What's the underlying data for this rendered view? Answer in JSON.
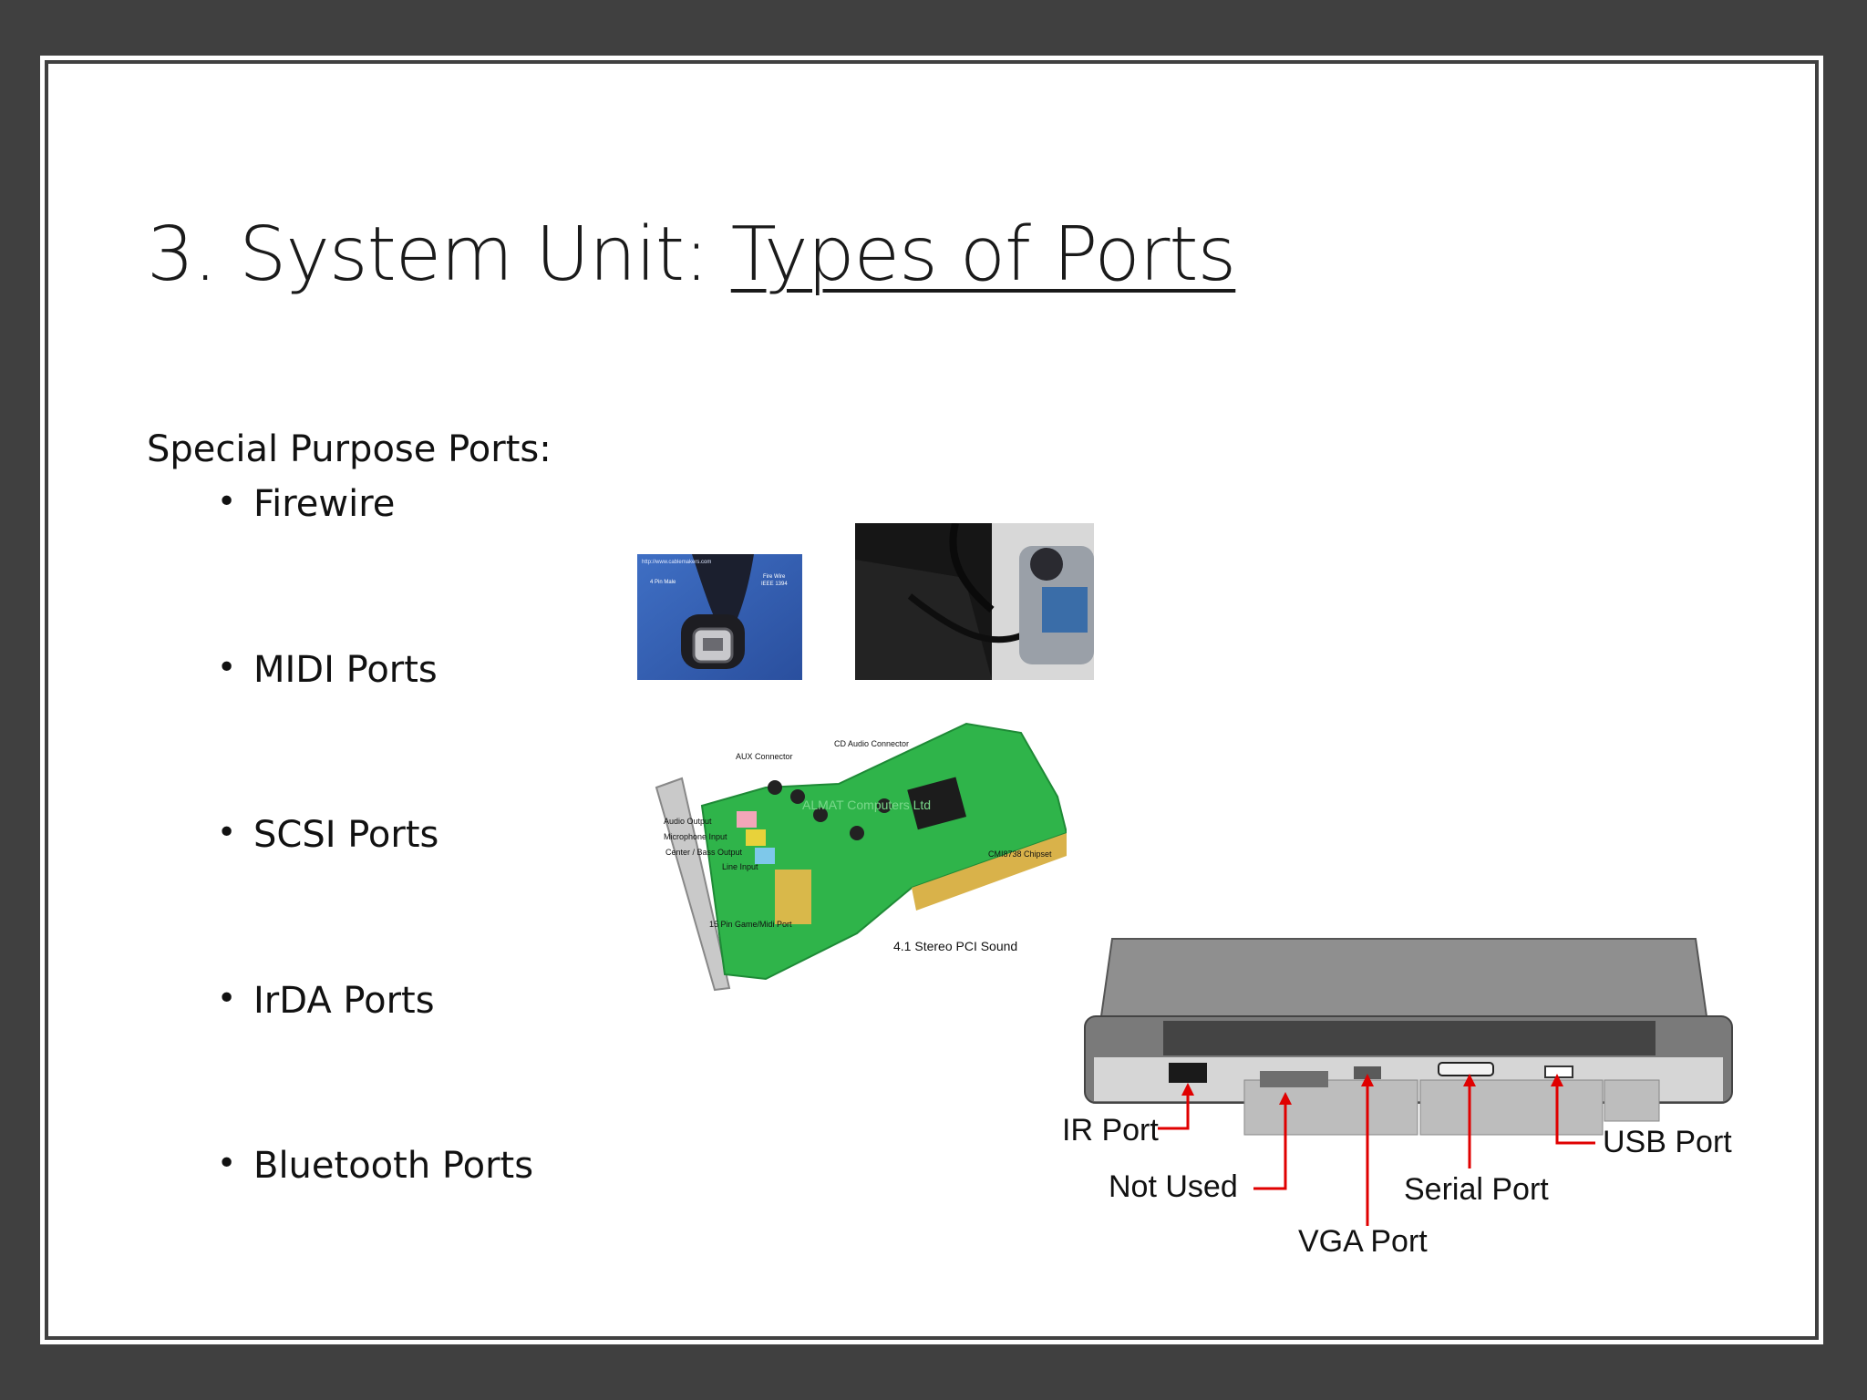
{
  "slide": {
    "title_prefix": "3. System Unit: ",
    "title_underlined": "Types of Ports",
    "subtitle": "Special Purpose Ports:",
    "bullets": [
      "Firewire",
      "MIDI Ports",
      "SCSI Ports",
      "IrDA Ports",
      "Bluetooth Ports"
    ]
  },
  "firewire_photo": {
    "url_text": "http://www.cablemakers.com",
    "pin_text": "4 Pin Male",
    "brand_line1": "Fire Wire",
    "brand_line2": "IEEE 1394"
  },
  "sound_card": {
    "labels": {
      "cd_audio": "CD Audio Connector",
      "aux": "AUX Connector",
      "audio_out": "Audio Output",
      "mic_in": "Microphone Input",
      "center_bass": "Center / Bass Output",
      "line_in": "Line Input",
      "chipset": "CMI8738 Chipset",
      "game_midi": "15 Pin Game/Midi Port",
      "caption": "4.1 Stereo PCI Sound",
      "watermark": "ALMAT Computers Ltd"
    }
  },
  "laptop_diagram": {
    "labels": {
      "ir": "IR Port",
      "not_used": "Not Used",
      "vga": "VGA Port",
      "serial": "Serial Port",
      "usb": "USB Port"
    },
    "arrow_color": "#e00000"
  },
  "colors": {
    "background": "#404040",
    "slide": "#ffffff",
    "pcb_green": "#2fb44a"
  }
}
